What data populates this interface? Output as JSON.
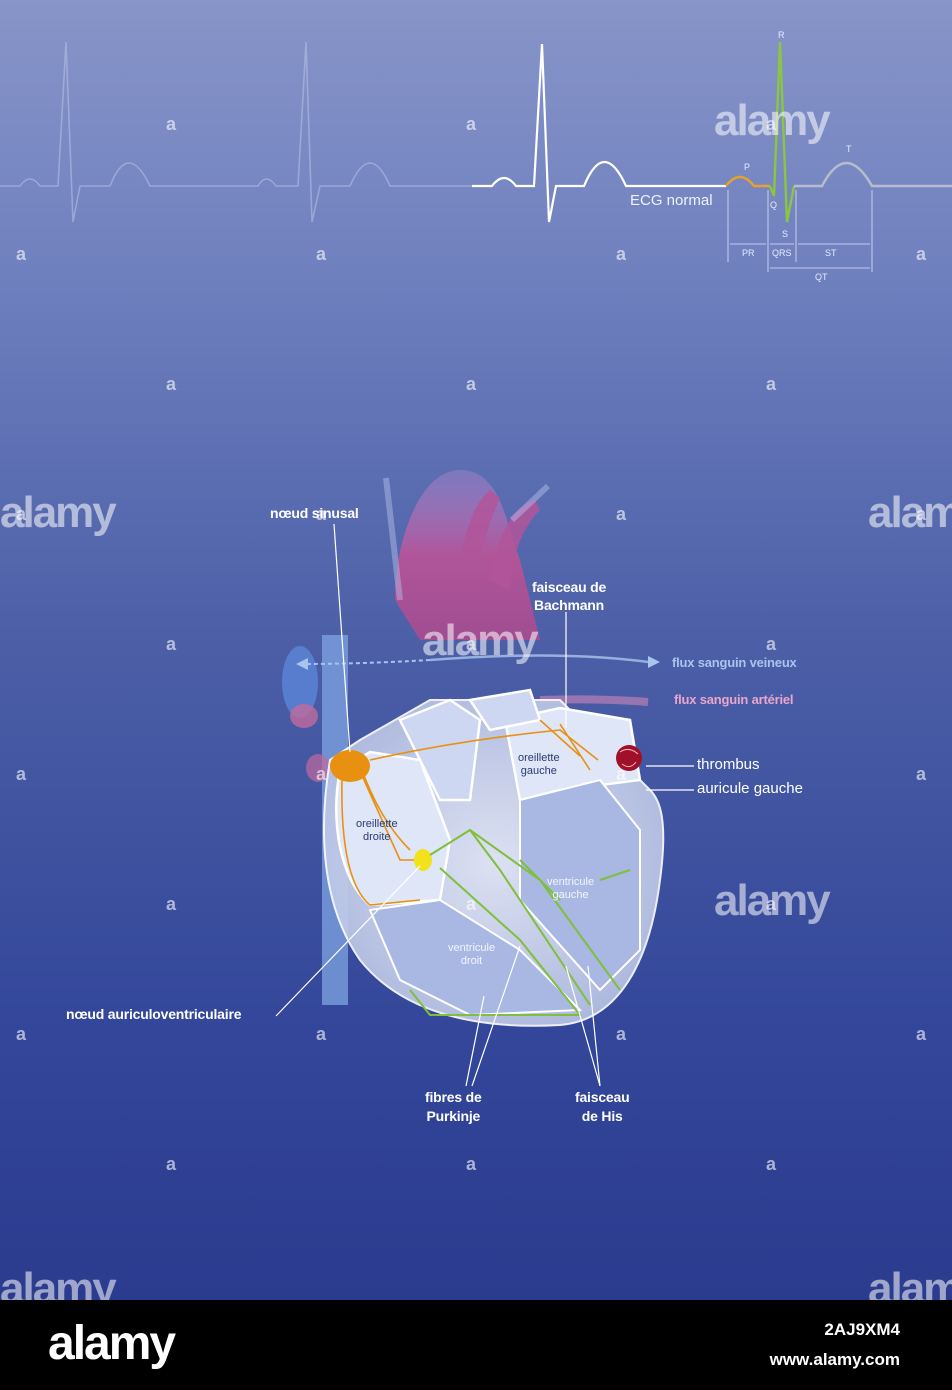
{
  "ecg": {
    "caption": "ECG normal",
    "waves": {
      "p": "P",
      "q": "Q",
      "r": "R",
      "s": "S",
      "t": "T"
    },
    "intervals": {
      "pr": "PR",
      "qrs": "QRS",
      "st": "ST",
      "qt": "QT"
    }
  },
  "labels": {
    "sinus_node": "nœud sinusal",
    "bachmann": [
      "faisceau de",
      "Bachmann"
    ],
    "venous_flow": "flux sanguin veineux",
    "arterial_flow": "flux sanguin artériel",
    "thrombus": "thrombus",
    "left_auricle": "auricule gauche",
    "av_node": "nœud auriculoventriculaire",
    "purkinje": [
      "fibres de",
      "Purkinje"
    ],
    "his": [
      "faisceau",
      "de His"
    ],
    "left_atrium": [
      "oreillette",
      "gauche"
    ],
    "right_atrium": [
      "oreillette",
      "droite"
    ],
    "left_ventricle": [
      "ventricule",
      "gauche"
    ],
    "right_ventricle": [
      "ventricule",
      "droit"
    ]
  },
  "colors": {
    "venous": "#a9c4ee",
    "arterial": "#e8a7cc",
    "sinus": "#e8900f",
    "av_node": "#f1e21c",
    "his_bundle": "#7fbf3a",
    "thrombus": "#a0102a"
  },
  "watermark": {
    "text": "alamy"
  },
  "footer": {
    "brand": "alamy",
    "code": "2AJ9XM4",
    "site": "www.alamy.com"
  }
}
